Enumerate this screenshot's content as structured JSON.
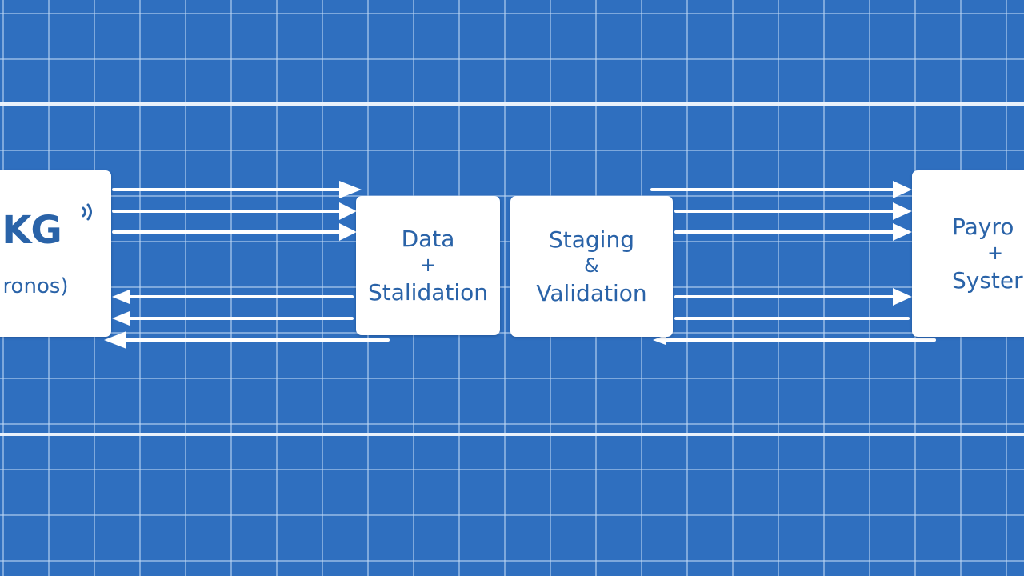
{
  "diagram": {
    "nodes": {
      "source": {
        "logo": "KG",
        "subtitle": "ronos)"
      },
      "data": {
        "line1": "Data",
        "plus": "+",
        "line2": "Stalidation"
      },
      "staging": {
        "line1": "Staging",
        "amp": "&",
        "line2": "Validation"
      },
      "payroll": {
        "line1": "Payro",
        "plus": "+",
        "line2": "Syster"
      }
    }
  },
  "colors": {
    "background": "#2f6fbf",
    "grid": "#bed7f5",
    "box": "#ffffff",
    "box_text": "#2a63a8",
    "arrow": "#ffffff"
  }
}
